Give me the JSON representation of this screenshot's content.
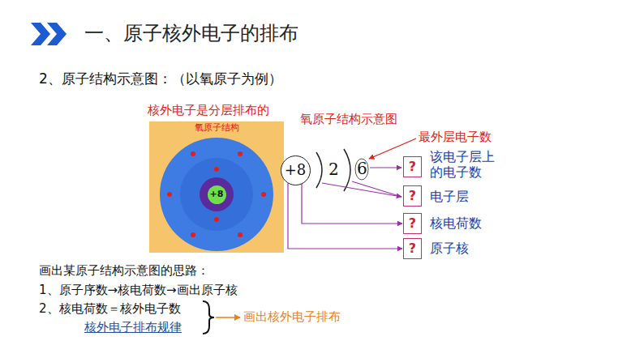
{
  "diagram": {
    "title": "一、原子核外电子的排布",
    "nodes": [
      {
        "text": [
          "氧原子结构"
        ]
      },
      {
        "text": [
          "+8"
        ],
        "in": 0
      },
      {
        "text": [
          "+8"
        ]
      },
      {
        "text": [
          "?"
        ]
      },
      {
        "text": [
          "?"
        ]
      },
      {
        "text": [
          "?"
        ]
      },
      {
        "text": [
          "?"
        ]
      }
    ],
    "edges": [
      {
        "from": 2,
        "to": 5,
        "arrow": "to"
      },
      {
        "from": 2,
        "to": 6,
        "arrow": "to"
      }
    ],
    "labels": [
      "2、原子结构示意图：（以氧原子为例）",
      "核外电子是分层排布的",
      "氧原子结构示意图",
      "2",
      "6",
      "最外层电子数",
      "该电子层上的电子数",
      "电子层",
      "核电荷数",
      "原子核",
      "画出某原子结构示意图的思路：",
      "1、原子序数→核电荷数→画出原子核",
      "2、核电荷数＝核外电子数",
      "核外电子排布规律",
      "画出核外电子排布"
    ]
  }
}
